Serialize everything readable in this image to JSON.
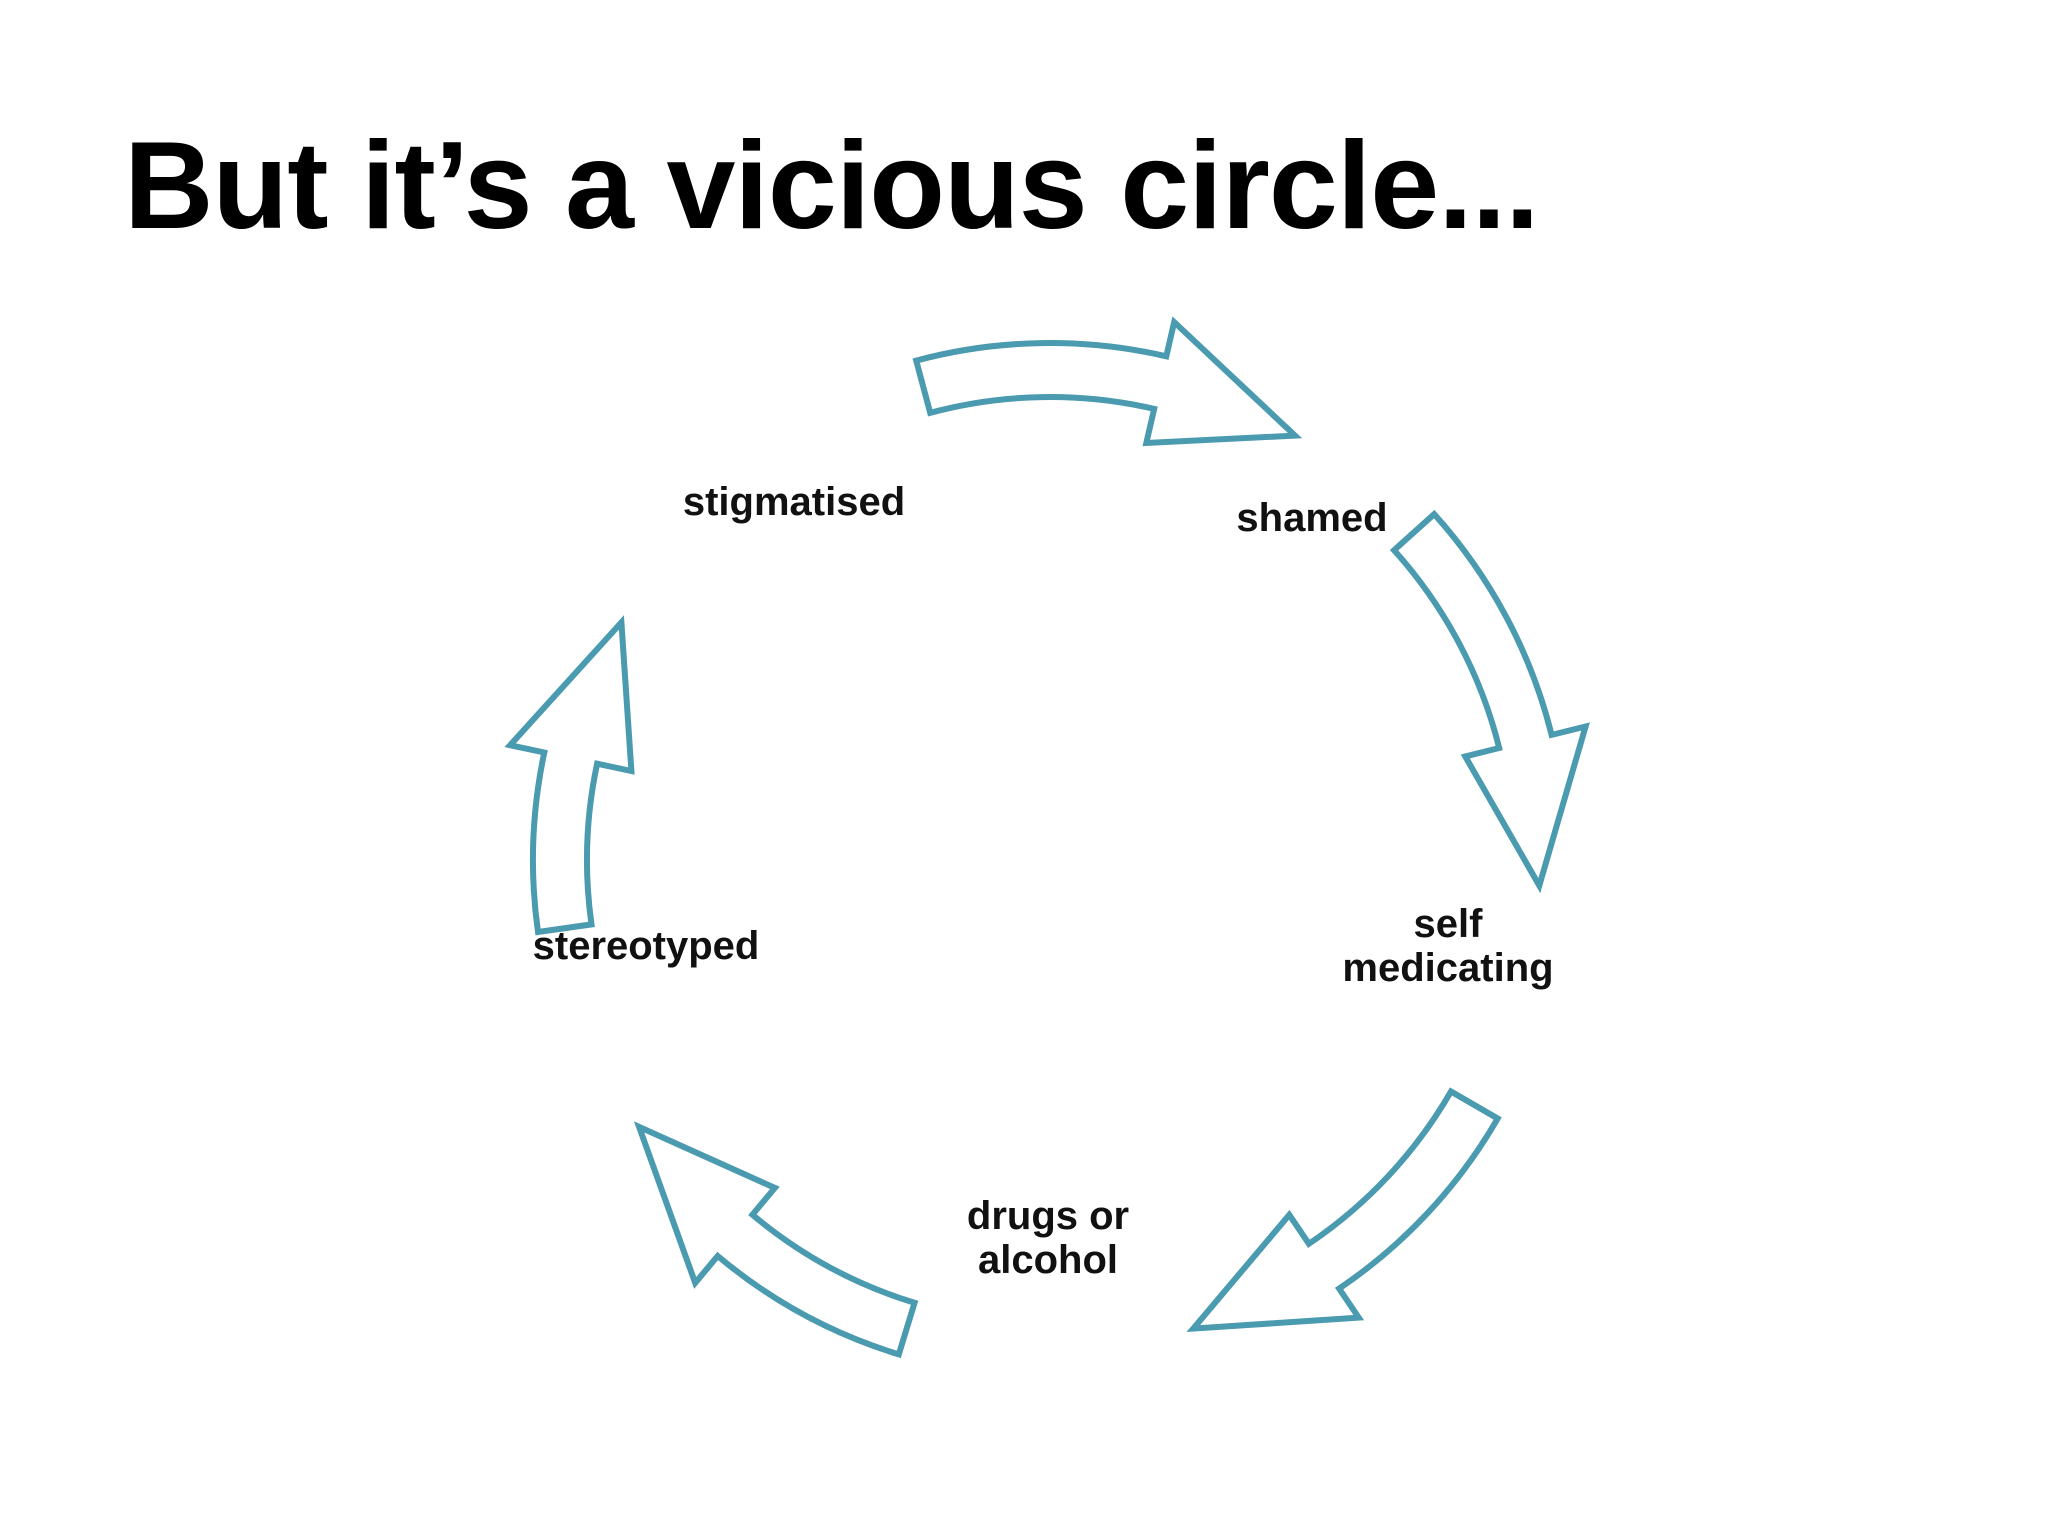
{
  "slide": {
    "title": "But it’s a vicious circle..."
  },
  "cycle": {
    "nodes": [
      {
        "id": "stigmatised",
        "label": "stigmatised"
      },
      {
        "id": "shamed",
        "label": "shamed"
      },
      {
        "id": "self-medicating",
        "label": "self\nmedicating"
      },
      {
        "id": "drugs-or-alcohol",
        "label": "drugs or\nalcohol"
      },
      {
        "id": "stereotyped",
        "label": "stereotyped"
      }
    ],
    "arrow_color": "#4a9ab0",
    "direction": "clockwise"
  }
}
